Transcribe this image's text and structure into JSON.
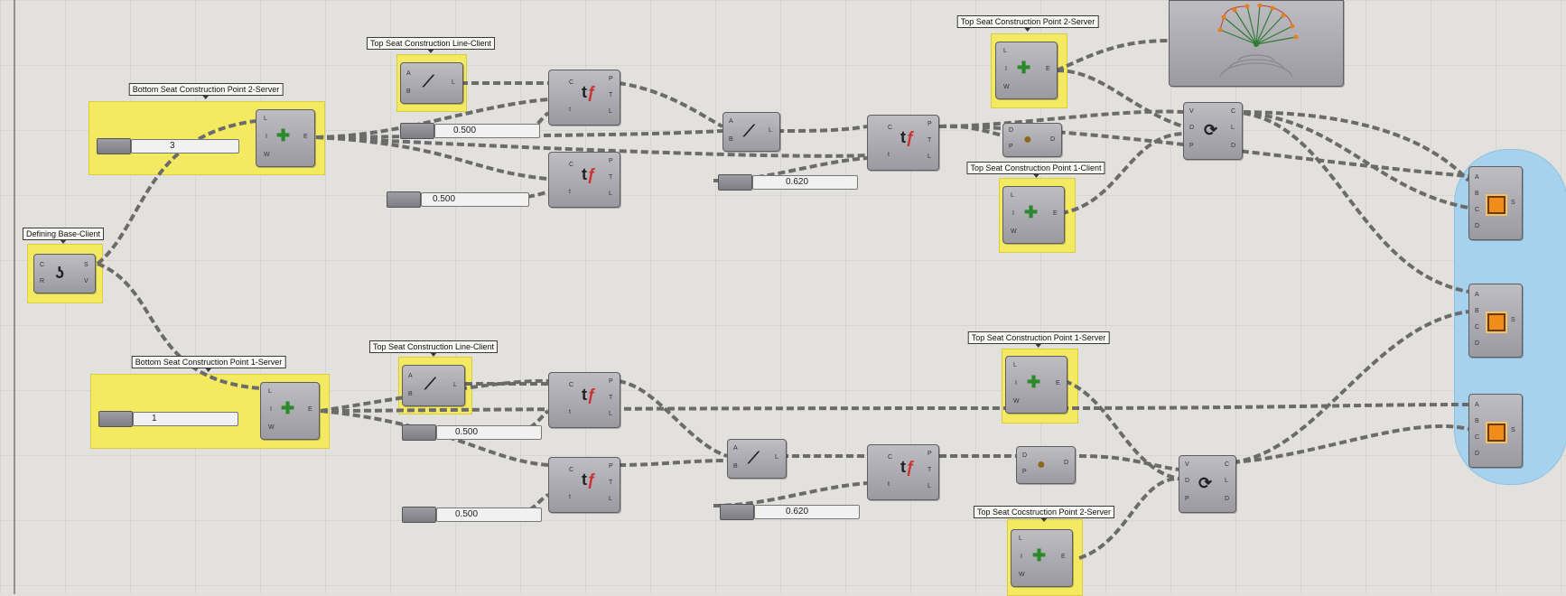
{
  "labels": {
    "bottom_seat_p2": "Bottom Seat Construction Point 2-Server",
    "top_seat_line_top": "Top Seat Construction Line-Client",
    "top_seat_p2_top": "Top Seat Construction Point 2-Server",
    "top_seat_p1_client": "Top Seat Construction Point 1-Client",
    "defining_base": "Defining Base-Client",
    "bottom_seat_p1": "Bottom Seat Construction Point 1-Server",
    "top_seat_line_bottom": "Top Seat Construction Line-Client",
    "top_seat_p1_server": "Top Seat Construction Point 1-Server",
    "top_seat_p2_bottom": "Top Seat Cocstruction Point 2-Server"
  },
  "sliders": {
    "s_count_top": "3",
    "s_count_bot": "1",
    "s_t1": "0.500",
    "s_t2": "0.500",
    "s_t3": "0.620",
    "s_t4": "0.500",
    "s_t5": "0.500",
    "s_t6": "0.620"
  },
  "pins": {
    "L": "L",
    "I": "I",
    "W": "W",
    "E": "E",
    "A": "A",
    "B": "B",
    "C": "C",
    "D": "D",
    "S": "S",
    "P": "P",
    "T": "T",
    "t": "t",
    "R": "R",
    "V": "V"
  },
  "icons": {
    "server": "sender-icon",
    "line": "line-icon",
    "eval": "evaluate-curve-icon",
    "base": "curve-param-icon",
    "rotate": "rotate-icon",
    "hemi": "hemisphere-icon",
    "swatch": "swatch-icon"
  },
  "colors": {
    "canvas": "#e3e1dd",
    "group_yellow": "#f3ea62",
    "group_blue": "#a7d2ee",
    "wire": "#6b6b6b",
    "component": "#a9a8ae"
  }
}
